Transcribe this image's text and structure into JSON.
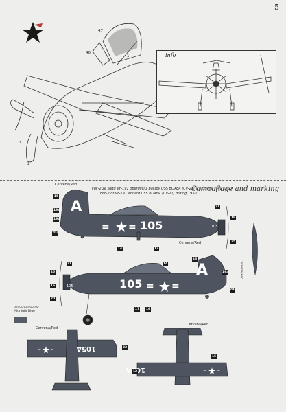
{
  "page_number": "5",
  "section_title": "Camouflage and marking",
  "info_label": "info",
  "captions": {
    "line1": "F8F-2 ze sletu VF-191 operující z paluby USS BOXER (CV-21) v průběhu roku 1950",
    "line2": "F8F-2 of VF-191 aboard USS BOXER (CV-21) during 1950"
  },
  "color_labels": {
    "red_top": "Cervena/Red",
    "red_right": "Cervena/Red",
    "red_mid": "Cervena/Red",
    "red_bottom": "Cervena/Red"
  },
  "swatch": {
    "label_line1": "Půlnoční modrá/",
    "label_line2": "Midnight Blue",
    "color": "#545c68"
  },
  "assembly_parts": [
    "47",
    "46",
    "1",
    "2",
    "3"
  ],
  "aircraft_markings": {
    "tail_letter": "A",
    "side_number": "105",
    "wing_code": "105A",
    "wing_letter": "A"
  },
  "callouts": {
    "c15": "15",
    "c19a": "19a",
    "c19b": "19b",
    "c20a": "20a",
    "c21": "21",
    "c18": "18",
    "c25": "25",
    "c14a": "14",
    "c13": "13",
    "c26": "26",
    "c21b": "21",
    "c25b": "25",
    "c16": "16",
    "c20b": "20",
    "c14b": "14",
    "c15b": "15",
    "c19c": "19a",
    "c12": "12",
    "c17": "17",
    "c20c": "20a",
    "c22": "22"
  },
  "colors": {
    "aircraft": "#4e5560",
    "aircraft_dark": "#3a4049",
    "marking": "#ffffff",
    "line": "#333333"
  }
}
